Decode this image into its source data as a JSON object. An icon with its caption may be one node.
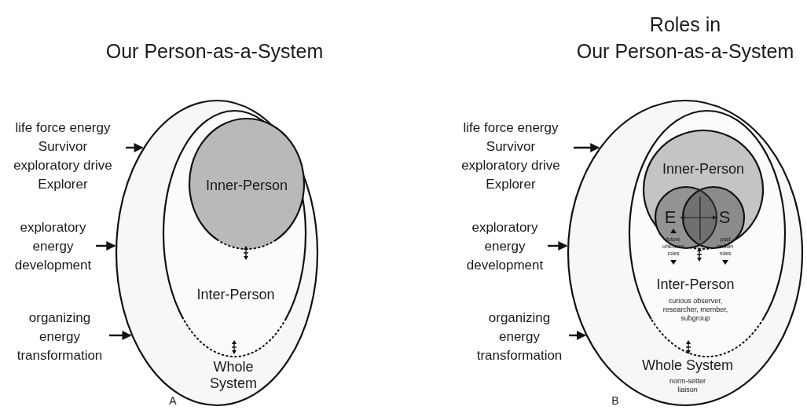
{
  "diagram": {
    "nodes": [
      {
        "text": [
          "Whole System"
        ]
      },
      {
        "text": [
          "Inter-Person"
        ],
        "in": 0
      },
      {
        "text": [
          "Inner-Person"
        ],
        "in": 1
      },
      {
        "text": [
          "life force energy",
          "Survivor",
          "exploratory drive",
          "Explorer"
        ]
      },
      {
        "text": [
          "exploratory energy development"
        ]
      },
      {
        "text": [
          "organizing energy transformation"
        ]
      },
      {
        "text": [
          "Whole System",
          "norm-setter liaison"
        ]
      },
      {
        "text": [
          "Inter-Person",
          "curious observer, researcher, member, subgroup"
        ],
        "in": 6
      },
      {
        "text": [
          "Inner-Person"
        ],
        "in": 7
      },
      {
        "text": [
          "E"
        ],
        "in": 8
      },
      {
        "text": [
          "S"
        ],
        "in": 8
      },
      {
        "text": [
          "life force energy",
          "Survivor",
          "exploratory drive",
          "Explorer"
        ]
      },
      {
        "text": [
          "exploratory energy development"
        ]
      },
      {
        "text": [
          "organizing energy transformation"
        ]
      }
    ],
    "edges": [
      {
        "from": 3,
        "to": 0,
        "arrow": "to"
      },
      {
        "from": 4,
        "to": 0,
        "arrow": "to"
      },
      {
        "from": 5,
        "to": 0,
        "arrow": "to"
      },
      {
        "from": 11,
        "to": 6,
        "arrow": "to"
      },
      {
        "from": 12,
        "to": 6,
        "arrow": "to"
      },
      {
        "from": 13,
        "to": 6,
        "arrow": "to"
      }
    ],
    "labels": [
      "Our Person-as-a-System",
      "Roles in",
      "Our Person-as-a-System",
      "A",
      "B",
      "future unknown roles",
      "past known roles"
    ]
  }
}
